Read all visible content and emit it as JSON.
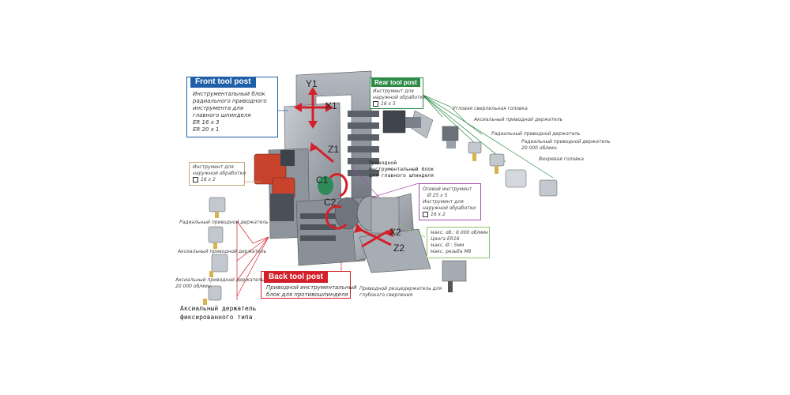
{
  "front_tool_post": {
    "title": "Front tool post",
    "lines": [
      "Инструментальный блок",
      "радиального приводного",
      "инструмента для",
      "главного шпинделя",
      "ER 16 x 3",
      "ER 20 x 1"
    ]
  },
  "rear_tool_post": {
    "title": "Rear tool post",
    "line1": "Инструмент для",
    "line2": "наружной обработки",
    "spec": "16 x 5"
  },
  "back_tool_post": {
    "title": "Back tool post",
    "line1": "Приводной инструментальный",
    "line2": "блок для противошпинделя"
  },
  "outer_tools_left": {
    "line1": "Инструмент для",
    "line2": "наружной обработки",
    "spec": "16 x 2"
  },
  "axial_tools_right": {
    "line1": "Осевой инструмент",
    "spec1": "Ø 25 x 5",
    "line2": "Инструмент для",
    "line3": "наружной обработки",
    "spec2": "16 x 2"
  },
  "spindle_specs": {
    "lines": [
      "макс. об.: 6 000 об/мин",
      "Цанга ER16",
      "макс. Ø : 5мм",
      "макс. резьба M6"
    ]
  },
  "driven_block_label": {
    "line1": "Приводной",
    "line2": "инструментальный блок",
    "line3": "для главного шпинделя"
  },
  "fixed_axial_holder": {
    "line1": "Аксиальный держатель",
    "line2": "фиксированного типа"
  },
  "deep_drill_holder": {
    "line1": "Приводной резцедержатель для",
    "line2": "глубокого сверления"
  },
  "right_tools": {
    "angle_drill_head": "Угловая сверлильная головка",
    "axial_holder": "Аксиальный приводной держатель",
    "radial_holder": "Радиальный приводной держатель",
    "radial_holder_20k_1": "Радиальный приводной держатель",
    "radial_holder_20k_2": "20 000 об/мин.",
    "whirl_head": "Вихревая головка"
  },
  "left_tools": {
    "radial_holder": "Радиальный приводной держатель",
    "axial_holder": "Аксиальный приводной держатель",
    "axial_holder_20k_1": "Аксиальный приводной держатель",
    "axial_holder_20k_2": "20 000 об/мин."
  },
  "axes": {
    "y1": "Y1",
    "x1": "X1",
    "z1": "Z1",
    "c1": "C1",
    "c2": "C2",
    "x2": "X2",
    "z2": "Z2"
  },
  "colors": {
    "front_blue": "#1f5fa8",
    "rear_green": "#2e8b47",
    "back_red": "#d3202a",
    "outer_tan": "#c8a478",
    "axial_purple": "#a24fa8",
    "spec_green": "#8cc26b",
    "arrow_red": "#d3202a",
    "machine_gray": "#9aa0a8",
    "motor_red": "#c9432c"
  }
}
